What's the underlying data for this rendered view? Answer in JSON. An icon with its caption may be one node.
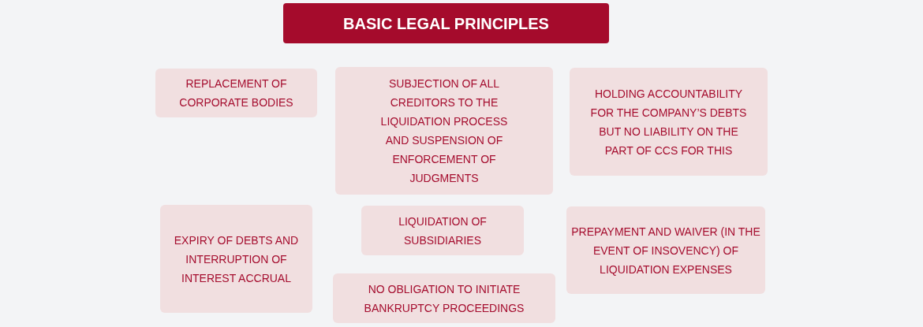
{
  "diagram": {
    "title": "BASIC LEGAL PRINCIPLES",
    "nodes": [
      {
        "text": [
          "REPLACEMENT OF CORPORATE BODIES"
        ]
      },
      {
        "text": [
          "SUBJECTION OF ALL CREDITORS TO THE LIQUIDATION PROCESS AND SUSPENSION OF ENFORCEMENT OF JUDGMENTS"
        ]
      },
      {
        "text": [
          "HOLDING ACCOUNTABILITY FOR THE COMPANY’S DEBTS BUT NO LIABILITY ON THE PART OF CCS FOR THIS"
        ]
      },
      {
        "text": [
          "EXPIRY OF DEBTS AND INTERRUPTION OF INTEREST ACCRUAL"
        ]
      },
      {
        "text": [
          "LIQUIDATION OF SUBSIDIARIES"
        ]
      },
      {
        "text": [
          "NO OBLIGATION TO INITIATE BANKRUPTCY PROCEEDINGS"
        ]
      },
      {
        "text": [
          "PREPAYMENT AND WAIVER (IN THE EVENT OF INSOVENCY) OF LIQUIDATION EXPENSES"
        ]
      }
    ]
  }
}
